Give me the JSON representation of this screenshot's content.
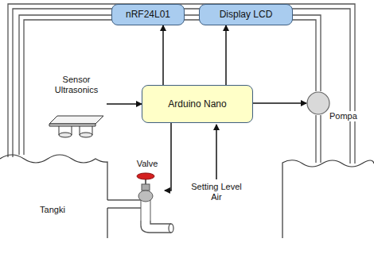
{
  "diagram": {
    "nodes": [
      {
        "text": [
          "nRF24L01"
        ]
      },
      {
        "text": [
          "Display LCD"
        ]
      },
      {
        "text": [
          "Sensor Ultrasonics"
        ]
      },
      {
        "text": [
          "Arduino Nano"
        ]
      },
      {
        "text": [
          "Pompa"
        ]
      },
      {
        "text": [
          "Valve"
        ]
      }
    ],
    "edges": [
      {
        "from": 2,
        "to": 3,
        "arrow": "to"
      },
      {
        "from": 3,
        "to": 0,
        "arrow": "to"
      },
      {
        "from": 3,
        "to": 1,
        "arrow": "to"
      },
      {
        "from": 3,
        "to": 4,
        "arrow": "to"
      },
      {
        "from": 3,
        "to": 5,
        "arrow": "to"
      }
    ],
    "labels": [
      "Setting Level Air",
      "Tangki"
    ]
  }
}
